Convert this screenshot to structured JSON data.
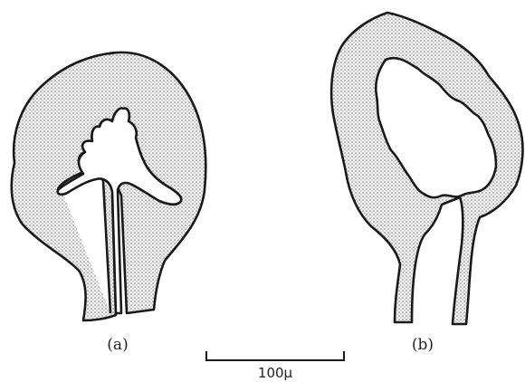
{
  "figure": {
    "panel_a_label": "(a)",
    "panel_b_label": "(b)",
    "scale_bar_label": "100μ"
  },
  "colors": {
    "outline": "#1a1a1a",
    "stipple_dot": "#6e6e6e",
    "background": "#ffffff"
  }
}
